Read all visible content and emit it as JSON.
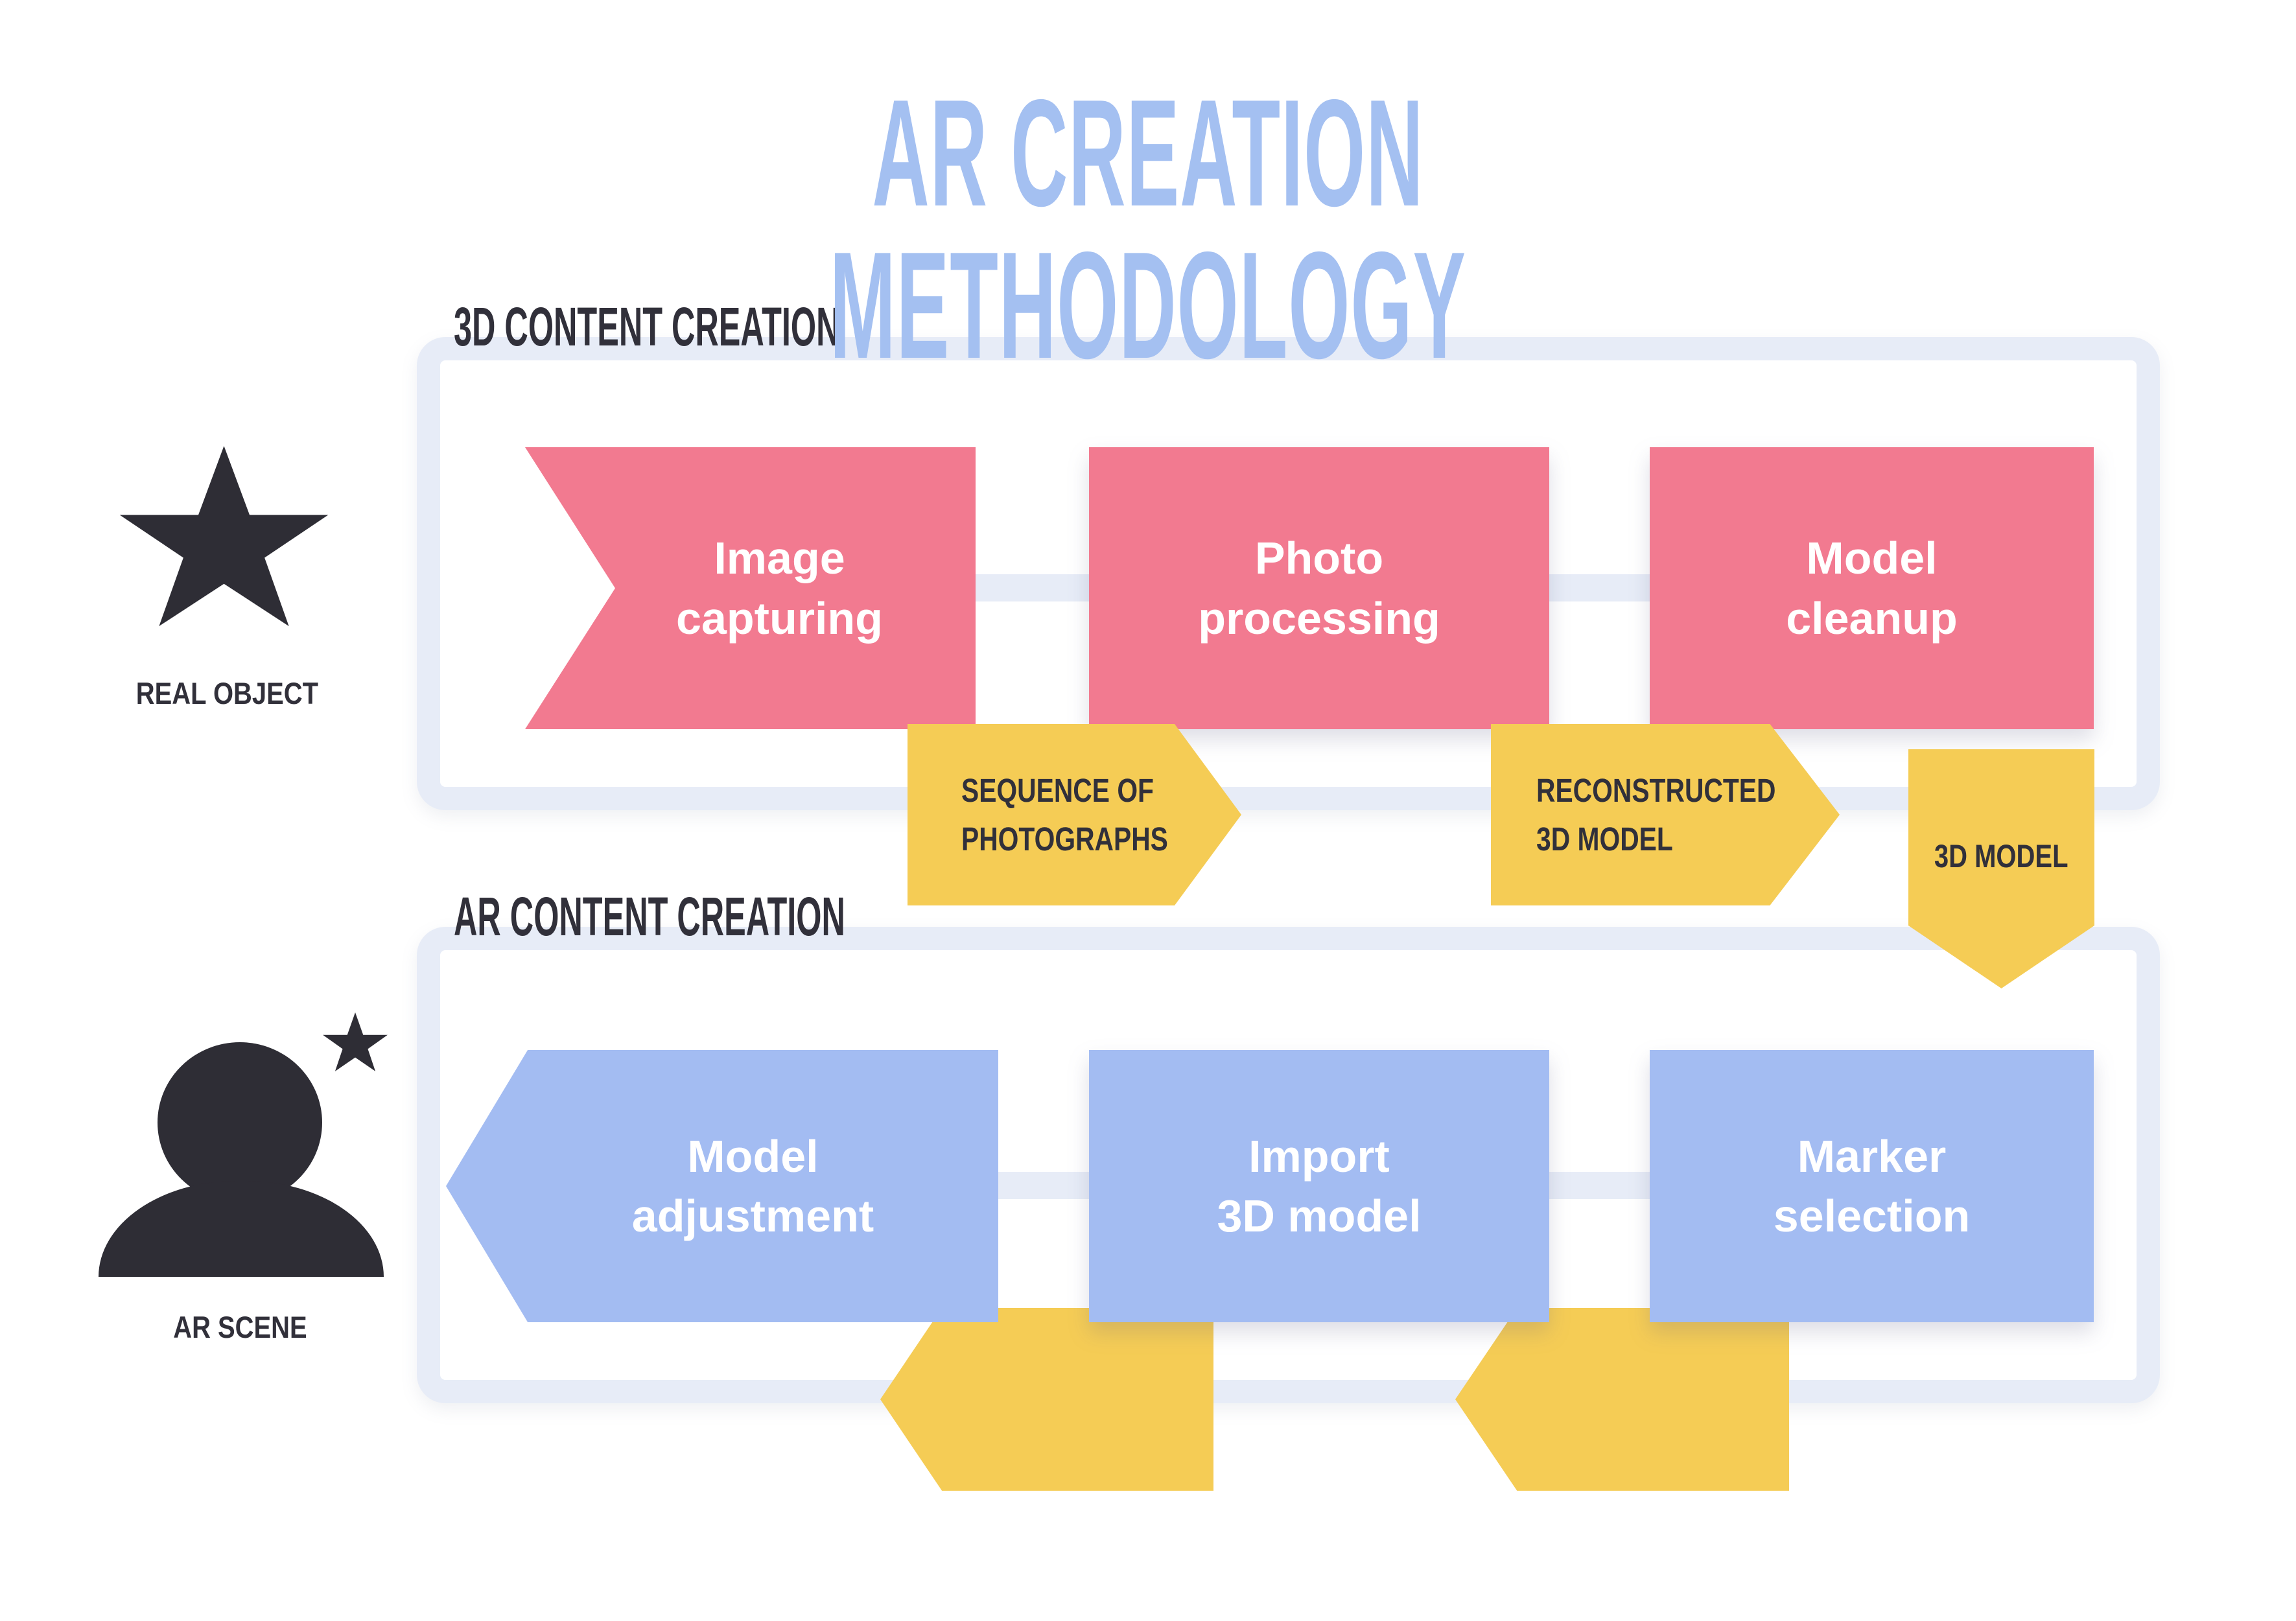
{
  "title": "AR CREATION METHODOLOGY",
  "colors": {
    "title_blue": "#A4C0F1",
    "pink": "#F27A90",
    "blue": "#A3BCF2",
    "yellow": "#F5CC55",
    "container_border": "#E7ECF7",
    "dark_text": "#31303A",
    "white_text": "#FFFFFF"
  },
  "sections": {
    "top": {
      "label": "3D CONTENT CREATION",
      "boxes": [
        {
          "label": "Image\ncapturing"
        },
        {
          "label": "Photo\nprocessing"
        },
        {
          "label": "Model\ncleanup"
        }
      ]
    },
    "bottom": {
      "label": "AR CONTENT CREATION",
      "boxes": [
        {
          "label": "Model\nadjustment"
        },
        {
          "label": "Import\n3D model"
        },
        {
          "label": "Marker\nselection"
        }
      ]
    }
  },
  "connectors": {
    "sequence_of_photographs": "SEQUENCE OF\nPHOTOGRAPHS",
    "reconstructed_3d_model": "RECONSTRUCTED\n3D MODEL",
    "model_3d": "3D MODEL"
  },
  "legend": {
    "real_object": "REAL OBJECT",
    "ar_scene": "AR SCENE",
    "real_object_icon": "star-icon",
    "ar_scene_icon": "user-with-star-icon"
  }
}
